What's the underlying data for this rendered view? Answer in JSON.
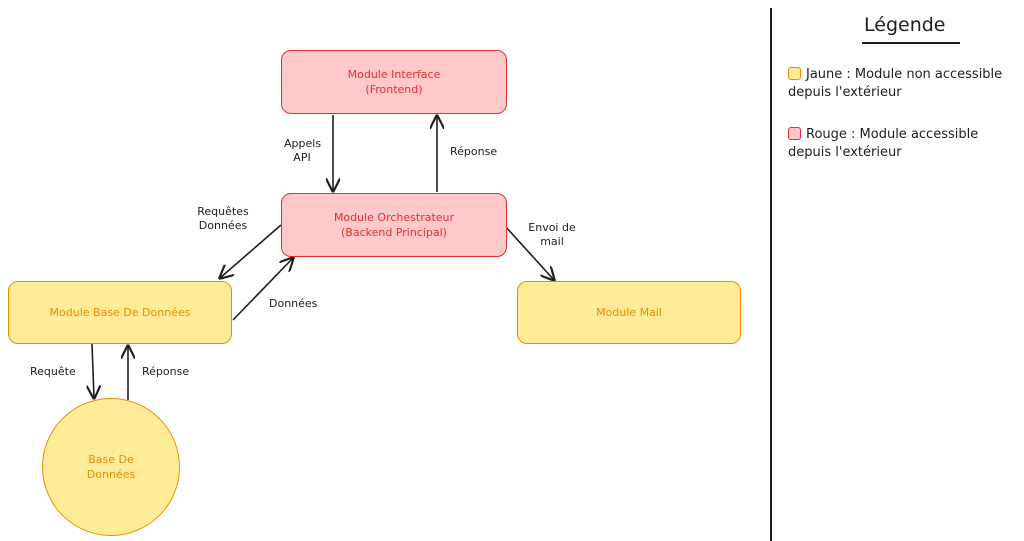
{
  "nodes": {
    "interface": {
      "label": "Module Interface\n(Frontend)"
    },
    "orchestrateur": {
      "label": "Module Orchestrateur\n(Backend Principal)"
    },
    "base_module": {
      "label": "Module Base De Données"
    },
    "mail": {
      "label": "Module Mail"
    },
    "database": {
      "label": "Base De\nDonnées"
    }
  },
  "edges": {
    "appels_api": "Appels\nAPI",
    "reponse_top": "Réponse",
    "requetes_donnees": "Requêtes\nDonnées",
    "donnees": "Données",
    "envoi_mail": "Envoi de\nmail",
    "requete": "Requête",
    "reponse_bottom": "Réponse"
  },
  "legend": {
    "title": "Légende",
    "items": [
      {
        "swatch": "yellow",
        "text": "Jaune : Module non accessible depuis l'extérieur"
      },
      {
        "swatch": "red",
        "text": "Rouge : Module accessible depuis l'extérieur"
      }
    ]
  },
  "colors": {
    "red_fill": "#ffc9c9",
    "red_stroke": "#e03131",
    "yellow_fill": "#ffec99",
    "yellow_stroke": "#f08c00",
    "ink": "#1e1e1e"
  }
}
